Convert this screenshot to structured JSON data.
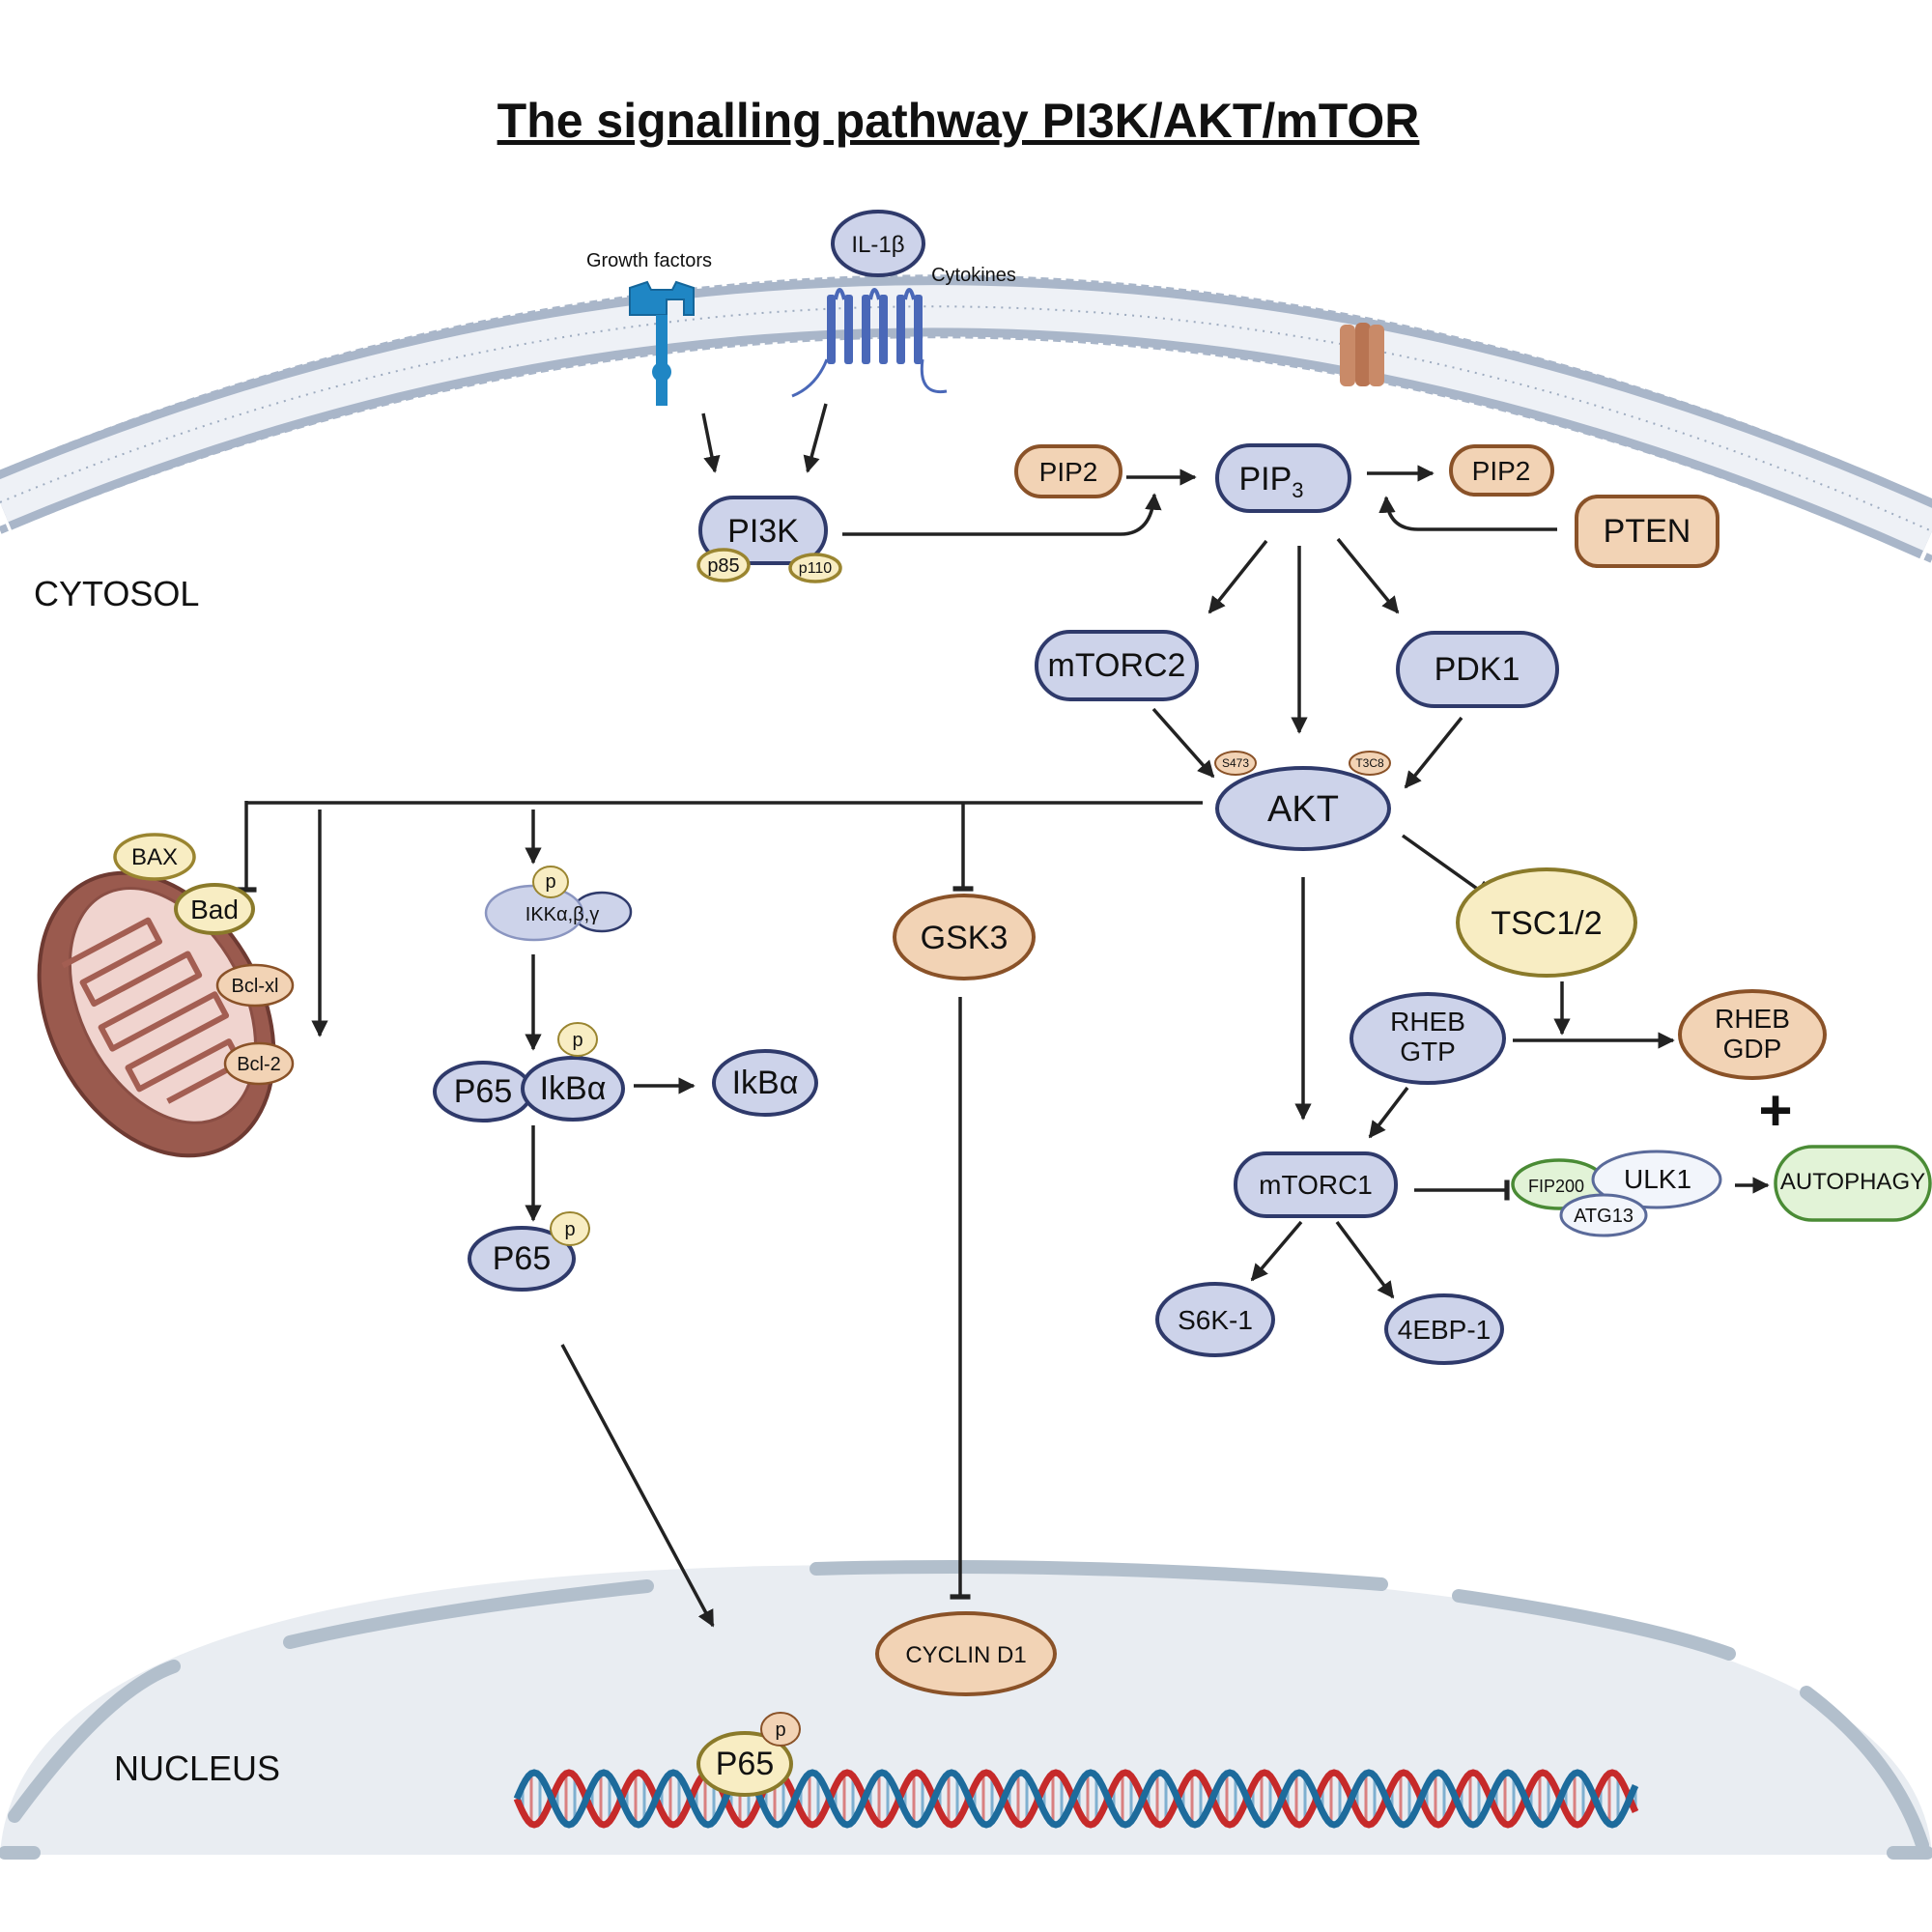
{
  "title": "The signalling pathway PI3K/AKT/mTOR",
  "regions": {
    "cytosol": "CYTOSOL",
    "nucleus": "NUCLEUS"
  },
  "receptors": {
    "growth_factors": "Growth factors",
    "cytokines": "Cytokines",
    "il1b": "IL-1β"
  },
  "nodes": {
    "pi3k": "PI3K",
    "p85": "p85",
    "p110": "p110",
    "pip2_left": "PIP2",
    "pip3": "PIP",
    "pip3_sub": "3",
    "pip2_right": "PIP2",
    "pten": "PTEN",
    "mtorc2": "mTORC2",
    "pdk1": "PDK1",
    "akt": "AKT",
    "s473": "S473",
    "t308": "T3C8",
    "bax": "BAX",
    "bad": "Bad",
    "bclxl": "Bcl-xl",
    "bcl2": "Bcl-2",
    "ikk": "IKKα,β,γ",
    "p": "p",
    "p65": "P65",
    "ikba": "IkBα",
    "ikba_free": "IkBα",
    "p65_phos": "P65",
    "gsk3": "GSK3",
    "tsc": "TSC1/2",
    "rheb_gtp_1": "RHEB",
    "rheb_gtp_2": "GTP",
    "rheb_gdp_1": "RHEB",
    "rheb_gdp_2": "GDP",
    "mtorc1": "mTORC1",
    "fip200": "FIP200",
    "ulk1": "ULK1",
    "atg13": "ATG13",
    "autophagy": "AUTOPHAGY",
    "plus": "+",
    "s6k1": "S6K-1",
    "ebp1": "4EBP-1",
    "cyclin_d1": "CYCLIN D1",
    "p65_nucleus": "P65"
  },
  "colors": {
    "membrane": "#a9b6c9",
    "receptor_growth": "#1f86c4",
    "receptor_cytokine": "#4a68b8",
    "channel": "#c98a68",
    "mito_outer": "#9a5a4e",
    "mito_inner": "#f0d4cf",
    "nucleus_fill": "#e9edf2",
    "nucleus_envelope": "#b2bfcc",
    "dna_red": "#c62a2a",
    "dna_blue": "#1d6b9c"
  }
}
